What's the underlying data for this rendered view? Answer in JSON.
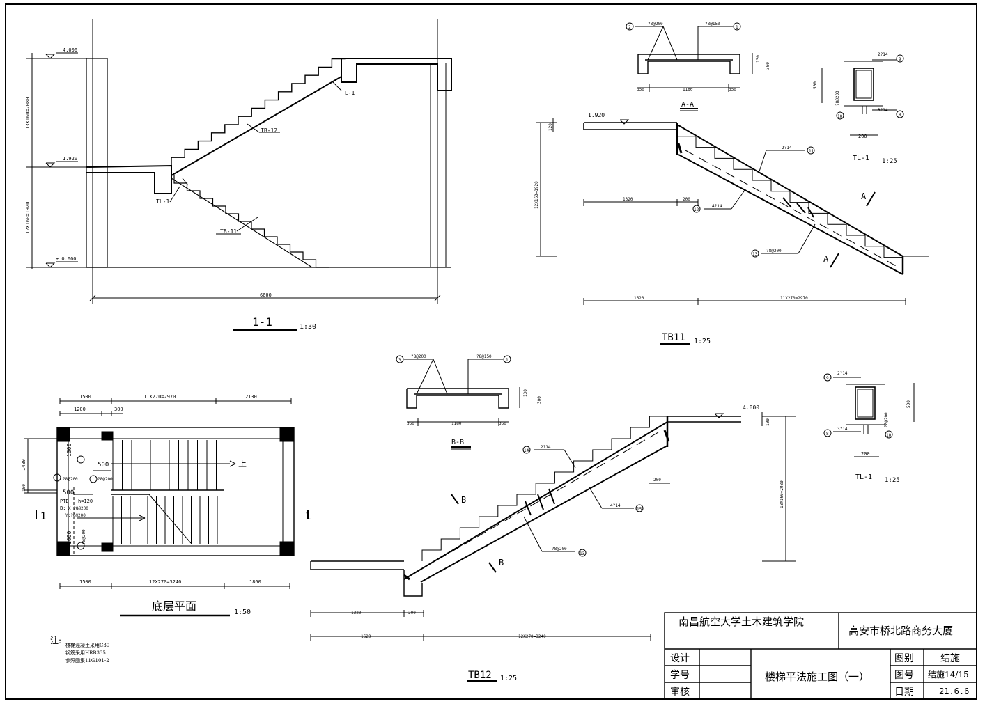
{
  "section_1_1": {
    "title": "1-1",
    "scale": "1:30",
    "elevations": [
      "4.000",
      "1.920",
      "± 0.000"
    ],
    "vdims": [
      "13X160=2080",
      "12X160=1920"
    ],
    "width_dim": "6600",
    "labels": [
      "TL-1",
      "TB-12",
      "TL-1",
      "TB-11"
    ]
  },
  "tb11": {
    "title": "TB11",
    "scale": "1:25",
    "elevation": "1.920",
    "dim_top": "120",
    "dim_height": "12X160=1920",
    "dims_a": [
      "1320",
      "200"
    ],
    "dims_b": [
      "1620",
      "11X270=2970"
    ],
    "rebar": [
      "2?14",
      "4?14",
      "?8@200"
    ],
    "marks": [
      "11",
      "12",
      "13"
    ],
    "cut": "A"
  },
  "aa": {
    "title": "A-A",
    "bars": [
      "?8@200",
      "?8@150"
    ],
    "marks": [
      "2",
      "1"
    ],
    "dims": [
      "350",
      "1180",
      "350"
    ],
    "h_dims": [
      "130",
      "300"
    ]
  },
  "tl1_top": {
    "title": "TL-1",
    "scale": "1:25",
    "bars": [
      "2?14",
      "3?14",
      "?8@200"
    ],
    "marks": [
      "9",
      "8",
      "10"
    ],
    "h": "500",
    "w": "200"
  },
  "plan": {
    "title": "底层平面",
    "scale": "1:50",
    "top_dims_a": [
      "1500",
      "11X270=2970",
      "2130"
    ],
    "top_dims_b": [
      "1200",
      "300"
    ],
    "bottom_dims": [
      "1500",
      "12X270=3240",
      "1860"
    ],
    "left_dims": [
      "1480",
      "100"
    ],
    "up_label": "上",
    "cut_left": "1",
    "cut_right": "1",
    "inner_labels": [
      "1000",
      "500",
      "?8@200",
      "?8@200",
      "500",
      "PTB",
      "h=120",
      "B:",
      "X:?8@200",
      "Y:?8@200",
      "1000",
      "?8@200"
    ]
  },
  "notes": {
    "heading": "注:",
    "lines": [
      "楼梯混凝土采用C30",
      "钢筋采用HRB335",
      "参照图集11G101-2"
    ]
  },
  "bb": {
    "title": "B-B",
    "bars": [
      "?8@200",
      "?8@150"
    ],
    "marks": [
      "3",
      "1"
    ],
    "dims": [
      "350",
      "1180",
      "350"
    ],
    "h_dims": [
      "130",
      "300"
    ]
  },
  "tb12": {
    "title": "TB12",
    "scale": "1:25",
    "elevation": "4.000",
    "dim_top": "100",
    "dim_height": "13X160=2080",
    "dim_200": "200",
    "dims_a": [
      "1320",
      "200"
    ],
    "dims_b": [
      "1620",
      "12X270=3240"
    ],
    "rebar": [
      "2?14",
      "4?14",
      "?8@200"
    ],
    "marks": [
      "14",
      "15",
      "13"
    ],
    "cut": "B"
  },
  "tl1_mid": {
    "title": "TL-1",
    "scale": "1:25",
    "bars": [
      "2?14",
      "3?14",
      "?8@200"
    ],
    "marks": [
      "9",
      "8",
      "10"
    ],
    "h": "500",
    "w": "200"
  },
  "titleblock": {
    "school": "南昌航空大学土木建筑学院",
    "project": "高安市桥北路商务大厦",
    "design": "设计",
    "student_no": "学号",
    "review": "审核",
    "drawing_name": "楼梯平法施工图（一）",
    "category_label": "图别",
    "category": "结施",
    "number_label": "图号",
    "number": "结施14/15",
    "date_label": "日期",
    "date": "21.6.6"
  }
}
